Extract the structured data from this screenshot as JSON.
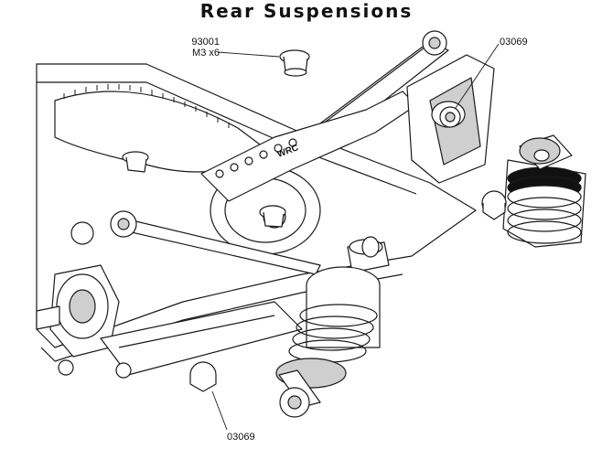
{
  "title": "Rear Suspensions",
  "callouts": [
    {
      "part": "93001",
      "spec": "M3 x6"
    },
    {
      "part": "03069"
    },
    {
      "part": "03069"
    }
  ],
  "chassis_label": "WRC",
  "colors": {
    "line": "#1a1a1a",
    "shade": "#cfcfcf",
    "dark": "#111111",
    "fill": "#ffffff"
  }
}
